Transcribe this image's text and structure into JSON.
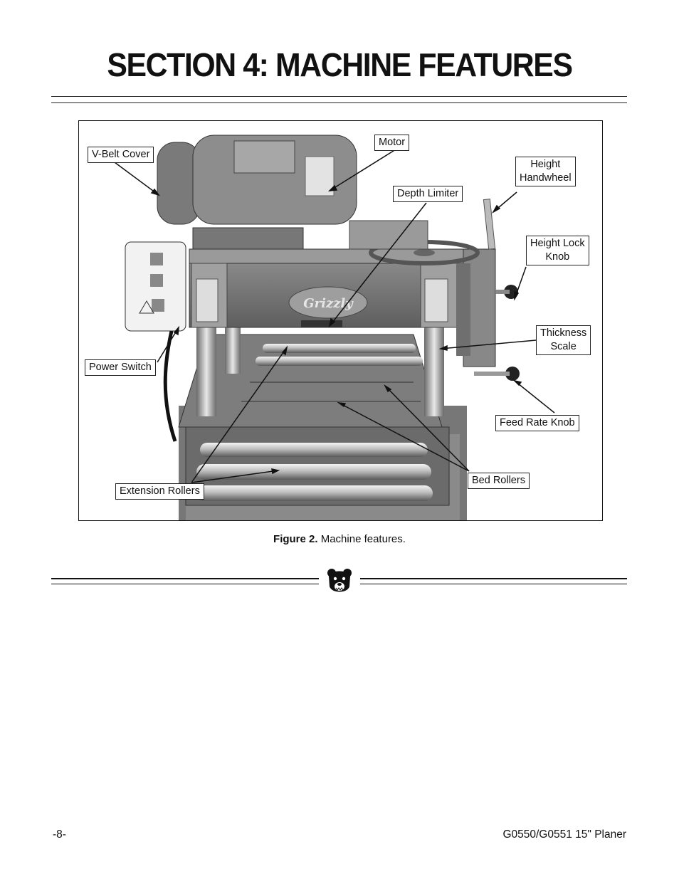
{
  "page": {
    "section_title": "SECTION 4: MACHINE FEATURES",
    "figure_caption_bold": "Figure 2.",
    "figure_caption_text": " Machine features.",
    "page_number": "-8-",
    "footer_title": "G0550/G0551 15\" Planer"
  },
  "figure": {
    "callouts": {
      "v_belt_cover": "V-Belt Cover",
      "motor": "Motor",
      "height_handwheel": "Height\nHandwheel",
      "depth_limiter": "Depth Limiter",
      "height_lock_knob": "Height Lock\nKnob",
      "thickness_scale": "Thickness\nScale",
      "power_switch": "Power Switch",
      "feed_rate_knob": "Feed Rate Knob",
      "bed_rollers": "Bed Rollers",
      "extension_rollers": "Extension Rollers"
    },
    "machine_brand_text": "Grizzly"
  }
}
